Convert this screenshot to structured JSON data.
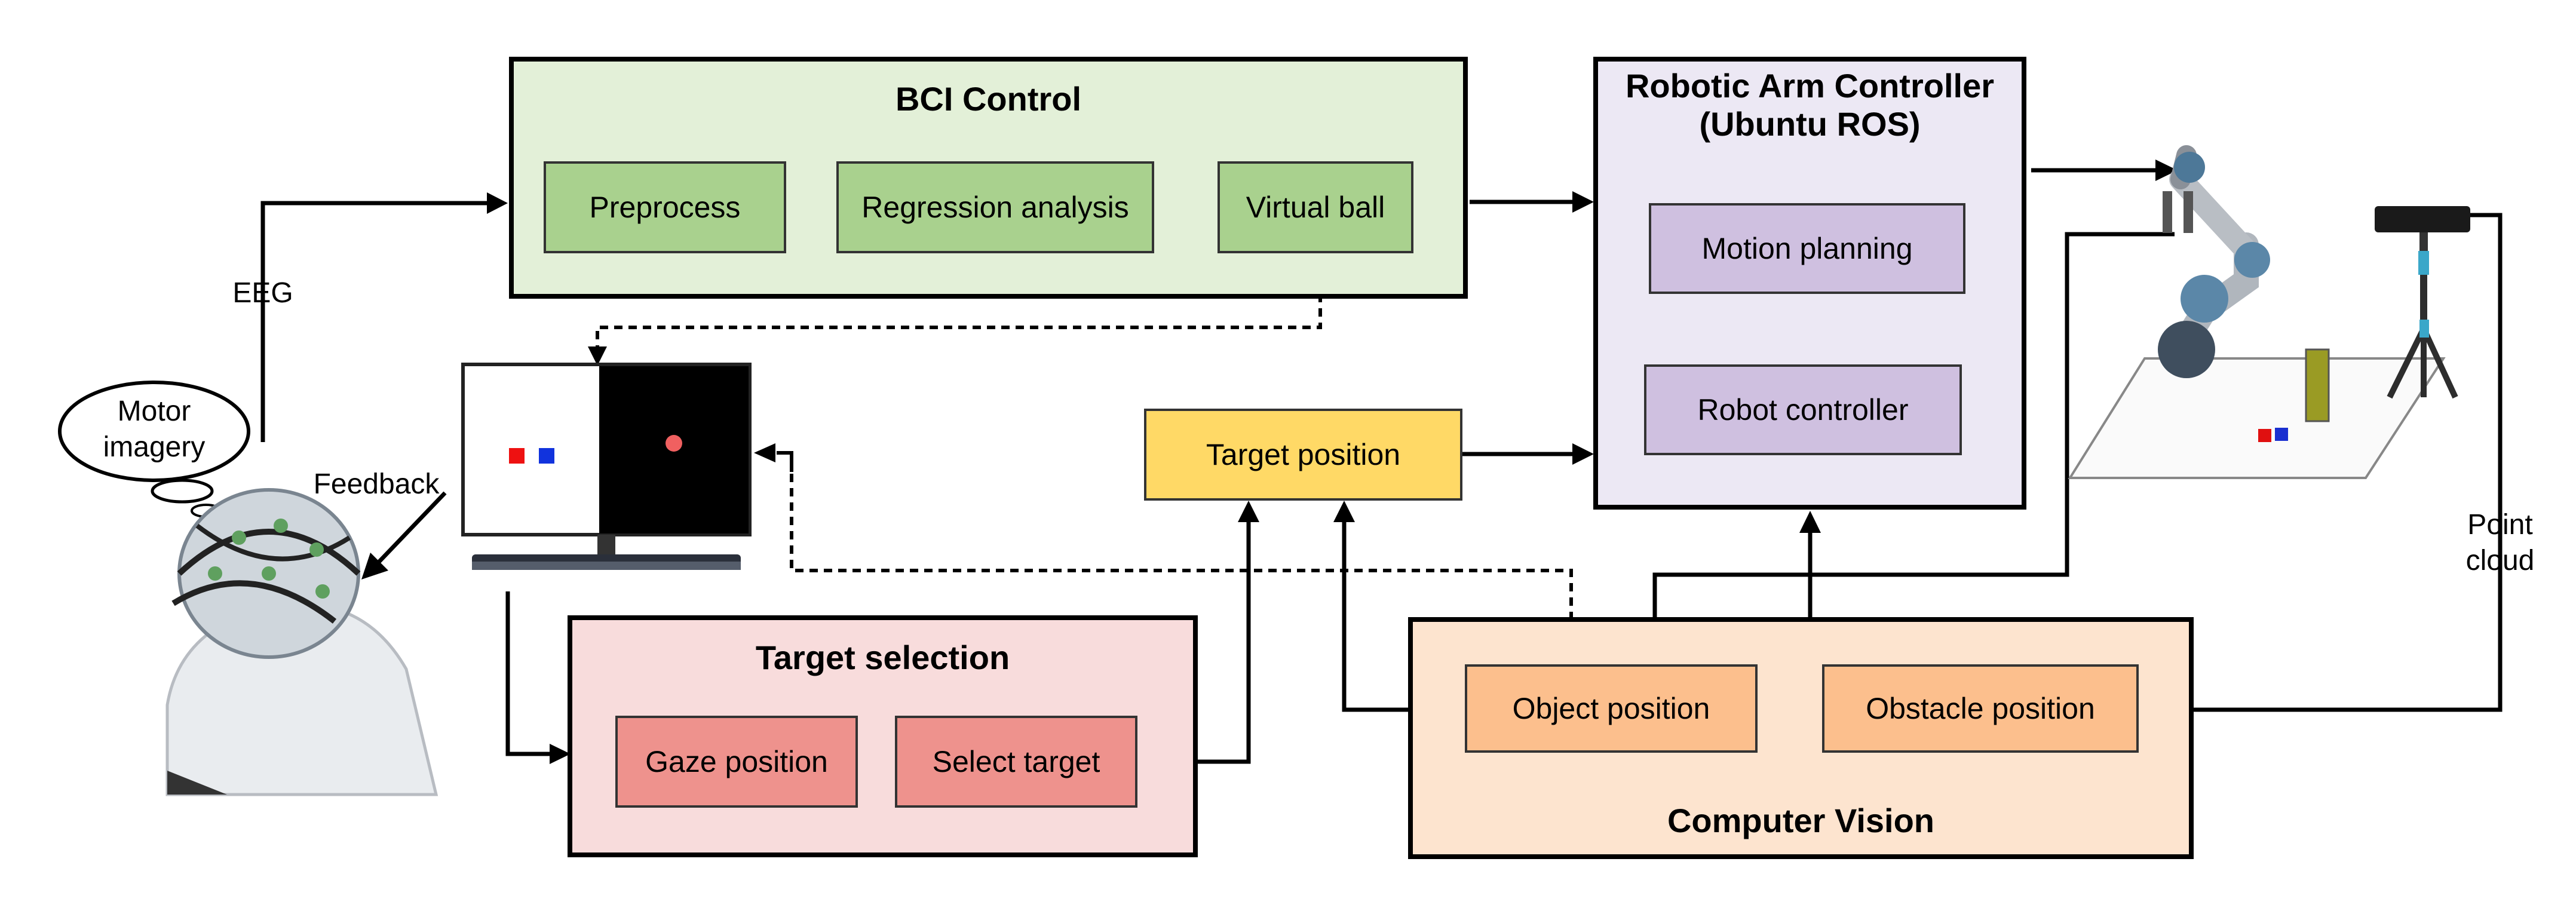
{
  "bci_control": {
    "title": "BCI Control",
    "preprocess": "Preprocess",
    "regression": "Regression analysis",
    "virtual_ball": "Virtual ball"
  },
  "robot_controller_group": {
    "title_line1": "Robotic Arm Controller",
    "title_line2": "(Ubuntu ROS)",
    "motion_planning": "Motion planning",
    "robot_controller": "Robot controller"
  },
  "target_position": "Target position",
  "target_selection": {
    "title": "Target selection",
    "gaze_position": "Gaze position",
    "select_target": "Select target"
  },
  "computer_vision": {
    "title": "Computer Vision",
    "object_position": "Object position",
    "obstacle_position": "Obstacle position"
  },
  "labels": {
    "eeg": "EEG",
    "feedback": "Feedback",
    "motor_imagery_line1": "Motor",
    "motor_imagery_line2": "imagery",
    "point_cloud_line1": "Point",
    "point_cloud_line2": "cloud"
  },
  "colors": {
    "bci_bg": "#e3f0d8",
    "bci_inner": "#a9d18e",
    "robot_bg": "#ece8f4",
    "robot_inner": "#cfc0e0",
    "target_position": "#ffd966",
    "selection_bg": "#f8dcdc",
    "selection_inner": "#ee928d",
    "vision_bg": "#fde4cf",
    "vision_inner": "#fcbf8d"
  },
  "icons": [
    "eeg-headset-person-icon",
    "monitor-icon",
    "robotic-arm-icon",
    "depth-camera-icon"
  ]
}
